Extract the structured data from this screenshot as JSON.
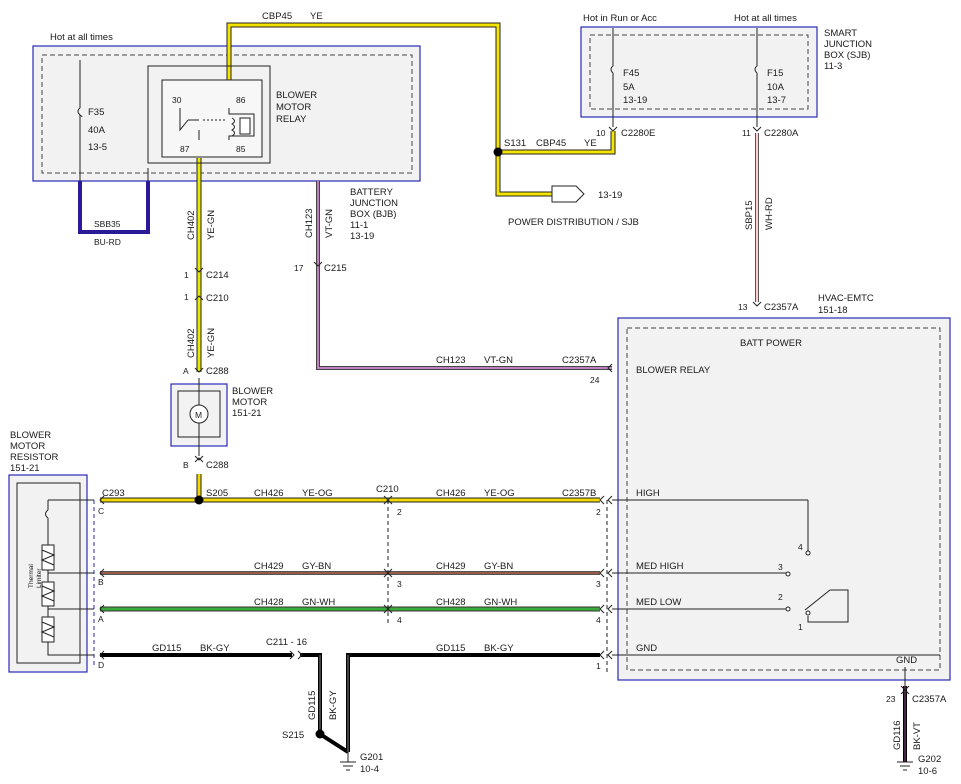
{
  "labels": {
    "hot_all_times_left": "Hot at all times",
    "hot_run_acc": "Hot in Run or Acc",
    "hot_all_times_right": "Hot at all times",
    "sjb": [
      "SMART",
      "JUNCTION",
      "BOX (SJB)",
      "11-3"
    ],
    "bjb": [
      "BATTERY",
      "JUNCTION",
      "BOX (BJB)",
      "11-1",
      "13-19"
    ],
    "hvac": [
      "HVAC-EMTC",
      "151-18"
    ],
    "blower_motor": [
      "BLOWER",
      "MOTOR",
      "151-21"
    ],
    "blower_resistor": [
      "BLOWER",
      "MOTOR",
      "RESISTOR",
      "151-21"
    ],
    "relay_title": [
      "BLOWER",
      "MOTOR",
      "RELAY"
    ],
    "thermal_limiter": [
      "Thermal",
      "Limiter"
    ],
    "batt_power": "BATT POWER",
    "blower_relay": "BLOWER RELAY",
    "high": "HIGH",
    "med_high": "MED HIGH",
    "med_low": "MED LOW",
    "gnd": "GND",
    "gnd2": "GND",
    "power_dist": "POWER DISTRIBUTION / SJB",
    "power_dist_ref": "13-19",
    "motor_symbol": "M"
  },
  "fuses": {
    "f35": [
      "F35",
      "40A",
      "13-5"
    ],
    "f45": [
      "F45",
      "5A",
      "13-19"
    ],
    "f15": [
      "F15",
      "10A",
      "13-7"
    ]
  },
  "relay_pins": [
    "30",
    "86",
    "87",
    "85"
  ],
  "wires": {
    "cbp45_top": [
      "CBP45",
      "YE"
    ],
    "cbp45_mid": [
      "CBP45",
      "YE"
    ],
    "sbb35": [
      "SBB35",
      "BU-RD"
    ],
    "ch402_a": [
      "CH402",
      "YE-GN"
    ],
    "ch402_b": [
      "CH402",
      "YE-GN"
    ],
    "ch123_v": [
      "CH123",
      "VT-GN"
    ],
    "ch123_h": [
      "CH123",
      "VT-GN"
    ],
    "sbp15": [
      "SBP15",
      "WH-RD"
    ],
    "ch426_l": [
      "CH426",
      "YE-OG"
    ],
    "ch426_r": [
      "CH426",
      "YE-OG"
    ],
    "ch429_l": [
      "CH429",
      "GY-BN"
    ],
    "ch429_r": [
      "CH429",
      "GY-BN"
    ],
    "ch428_l": [
      "CH428",
      "GN-WH"
    ],
    "ch428_r": [
      "CH428",
      "GN-WH"
    ],
    "gd115_l": [
      "GD115",
      "BK-GY"
    ],
    "gd115_r": [
      "GD115",
      "BK-GY"
    ],
    "gd115_v": [
      "GD115",
      "BK-GY"
    ],
    "gd116": [
      "GD116",
      "BK-VT"
    ]
  },
  "connectors": {
    "s131": "S131",
    "c2280e": [
      "10",
      "C2280E"
    ],
    "c2280a": [
      "11",
      "C2280A"
    ],
    "c214": [
      "1",
      "C214"
    ],
    "c210_top": [
      "1",
      "C210"
    ],
    "c215": [
      "17",
      "C215"
    ],
    "c288a": [
      "A",
      "C288"
    ],
    "c288b": [
      "B",
      "C288"
    ],
    "c2357a_13": [
      "13",
      "C2357A"
    ],
    "c2357a_24": [
      "C2357A",
      "24"
    ],
    "c293": [
      "C293",
      "C"
    ],
    "s205": "S205",
    "c210_mid": "C210",
    "c2357b": "C2357B",
    "pins_c210": [
      "2",
      "3",
      "4"
    ],
    "pins_c2357b": [
      "2",
      "3",
      "4"
    ],
    "pins_resistor": [
      "B",
      "A",
      "D"
    ],
    "c211": "C211 - 16",
    "pin_gnd_right": "1",
    "c2357a_23": [
      "23",
      "C2357A"
    ],
    "s215": "S215",
    "g201": [
      "G201",
      "10-4"
    ],
    "g202": [
      "G202",
      "10-6"
    ]
  },
  "switch_positions": [
    "4",
    "3",
    "2",
    "1"
  ],
  "colors": {
    "ye": "#f5e400",
    "ye_gn": "#e8e800",
    "vt_gn": "#c080c0",
    "gy_bn": "#9a5a4a",
    "gn_wh": "#2a9a2a",
    "bk": "#000000",
    "bu_rd": "#2a1a9a",
    "wh_rd": "#d06060",
    "box_border": "#2a2ab8"
  }
}
